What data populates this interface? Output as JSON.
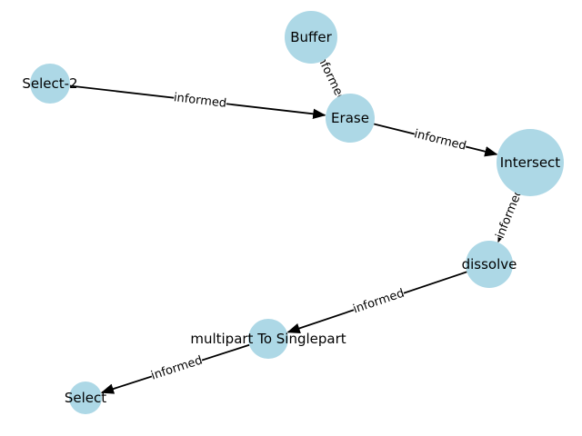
{
  "graph": {
    "node_color": "#add8e6",
    "edge_color": "#000000",
    "nodes": [
      {
        "id": "buffer",
        "label": "Buffer"
      },
      {
        "id": "select2",
        "label": "Select-2"
      },
      {
        "id": "erase",
        "label": "Erase"
      },
      {
        "id": "intersect",
        "label": "Intersect"
      },
      {
        "id": "dissolve",
        "label": "dissolve"
      },
      {
        "id": "multipart",
        "label": "multipart To Singlepart"
      },
      {
        "id": "select",
        "label": "Select"
      }
    ],
    "edges": [
      {
        "from": "buffer",
        "to": "erase",
        "label": "informed"
      },
      {
        "from": "select2",
        "to": "erase",
        "label": "informed"
      },
      {
        "from": "erase",
        "to": "intersect",
        "label": "informed"
      },
      {
        "from": "intersect",
        "to": "dissolve",
        "label": "informed"
      },
      {
        "from": "dissolve",
        "to": "multipart",
        "label": "informed"
      },
      {
        "from": "multipart",
        "to": "select",
        "label": "informed"
      }
    ]
  }
}
